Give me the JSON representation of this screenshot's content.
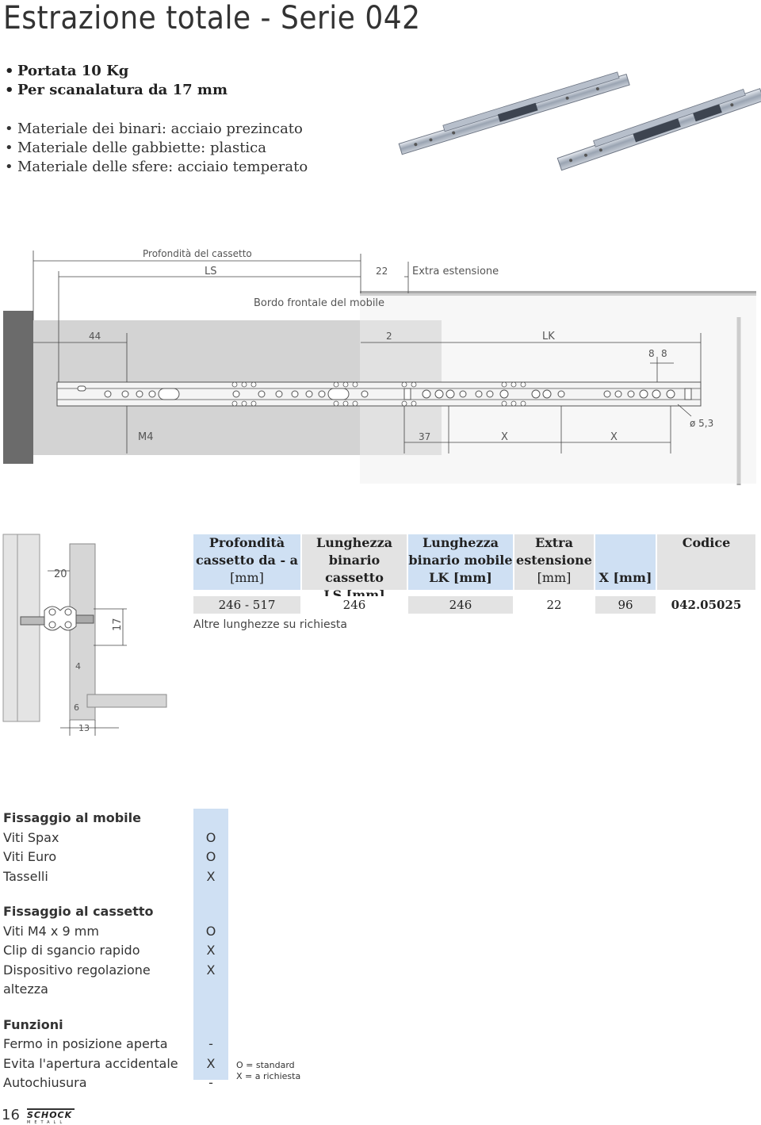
{
  "title": "Estrazione totale - Serie 042",
  "features_bold": [
    "Portata 10 Kg",
    "Per scanalatura da 17 mm"
  ],
  "features": [
    "Materiale dei binari: acciaio prezincato",
    "Materiale delle gabbiette: plastica",
    "Materiale delle sfere: acciaio temperato"
  ],
  "diagram": {
    "drawer_depth": "Profondità del cassetto",
    "ls": "LS",
    "d22": "22",
    "extra": "Extra estensione",
    "front_edge": "Bordo frontale del mobile",
    "d44": "44",
    "d2": "2",
    "lk": "LK",
    "d8a": "8",
    "d8b": "8",
    "m4": "M4",
    "d37": "37",
    "x1": "X",
    "x2": "X",
    "hole": "ø 5,3"
  },
  "side": {
    "d20": "20",
    "d17": "17",
    "d4": "4",
    "d6": "6",
    "d13": "13"
  },
  "table": {
    "headers": [
      [
        "Profondità",
        "cassetto da - a",
        "[mm]"
      ],
      [
        "Lunghezza",
        "binario cassetto",
        "LS [mm]"
      ],
      [
        "Lunghezza",
        "binario mobile",
        "LK [mm]"
      ],
      [
        "Extra",
        "estensione",
        "[mm]"
      ],
      [
        "",
        "",
        "X [mm]"
      ],
      [
        "Codice",
        "",
        ""
      ]
    ],
    "row": [
      "246 - 517",
      "246",
      "246",
      "22",
      "96",
      "042.05025"
    ],
    "note": "Altre lunghezze su richiesta"
  },
  "fixing": {
    "mobile_title": "Fissaggio al mobile",
    "mobile": [
      [
        "Viti Spax",
        "O"
      ],
      [
        "Viti Euro",
        "O"
      ],
      [
        "Tasselli",
        "X"
      ]
    ],
    "cassetto_title": "Fissaggio al cassetto",
    "cassetto": [
      [
        "Viti M4 x 9 mm",
        "O"
      ],
      [
        "Clip di sgancio rapido",
        "X"
      ],
      [
        "Dispositivo regolazione altezza",
        "X"
      ]
    ],
    "funzioni_title": "Funzioni",
    "funzioni": [
      [
        "Fermo in posizione aperta",
        "-"
      ],
      [
        "Evita l'apertura accidentale",
        "X"
      ],
      [
        "Autochiusura",
        "-"
      ]
    ],
    "legend": [
      "O = standard",
      "X = a richiesta"
    ]
  },
  "footer": {
    "page": "16",
    "brand": "SCHOCK",
    "brand_sub": "METALL"
  }
}
